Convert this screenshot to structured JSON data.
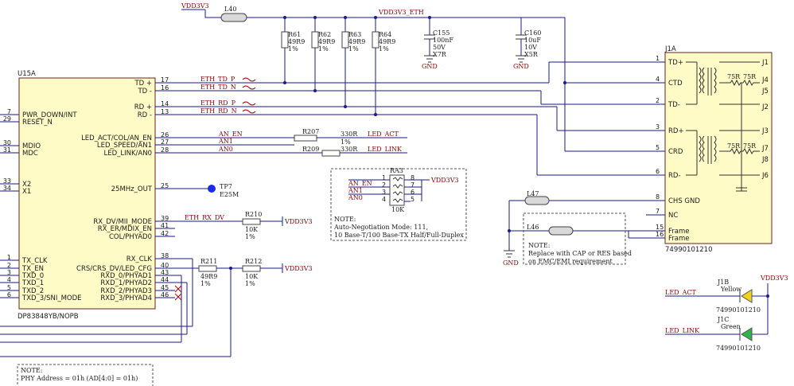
{
  "nets": {
    "vdd3v3": "VDD3V3",
    "vdd3v3_eth": "VDD3V3_ETH",
    "gnd": "GND",
    "eth_td_p": "ETH_TD_P",
    "eth_td_n": "ETH_TD_N",
    "eth_rd_p": "ETH_RD_P",
    "eth_rd_n": "ETH_RD_N",
    "an_en": "AN_EN",
    "an1": "AN1",
    "an0": "AN0",
    "led_act": "LED_ACT",
    "led_link": "LED_LINK",
    "eth_rx_dv": "ETH_RX_DV"
  },
  "u15a": {
    "ref": "U15A",
    "part": "DP83848YB/NOPB",
    "left_pins": [
      {
        "num": "7",
        "name": "PWR_DOWN/INT"
      },
      {
        "num": "29",
        "name": "RESET_N"
      },
      {
        "num": "30",
        "name": "MDIO"
      },
      {
        "num": "31",
        "name": "MDC"
      },
      {
        "num": "33",
        "name": "X2"
      },
      {
        "num": "34",
        "name": "X1"
      },
      {
        "num": "1",
        "name": "TX_CLK"
      },
      {
        "num": "2",
        "name": "TX_EN"
      },
      {
        "num": "3",
        "name": "TXD_0"
      },
      {
        "num": "4",
        "name": "TXD_1"
      },
      {
        "num": "5",
        "name": "TXD_2"
      },
      {
        "num": "6",
        "name": "TXD_3/SNI_MODE"
      }
    ],
    "right_pins": [
      {
        "num": "17",
        "name": "TD +"
      },
      {
        "num": "16",
        "name": "TD -"
      },
      {
        "num": "14",
        "name": "RD +"
      },
      {
        "num": "13",
        "name": "RD -"
      },
      {
        "num": "26",
        "name": "LED_ACT/COL/AN_EN"
      },
      {
        "num": "27",
        "name": "LED_SPEED/AN1"
      },
      {
        "num": "28",
        "name": "LED_LINK/AN0"
      },
      {
        "num": "25",
        "name": "25MHz_OUT"
      },
      {
        "num": "39",
        "name": "RX_DV/MII_MODE"
      },
      {
        "num": "41",
        "name": "RX_ER/MDIX_EN"
      },
      {
        "num": "42",
        "name": "COL/PHYAD0"
      },
      {
        "num": "38",
        "name": "RX_CLK"
      },
      {
        "num": "40",
        "name": "CRS/CRS_DV/LED_CFG"
      },
      {
        "num": "43",
        "name": "RXD_0/PHYAD1"
      },
      {
        "num": "44",
        "name": "RXD_1/PHYAD2"
      },
      {
        "num": "45",
        "name": "RXD_2/PHYAD3"
      },
      {
        "num": "46",
        "name": "RXD_3/PHYAD4"
      }
    ]
  },
  "parts": {
    "l40": "L40",
    "r61": {
      "ref": "R61",
      "val": "49R9",
      "tol": "1%"
    },
    "r62": {
      "ref": "R62",
      "val": "49R9",
      "tol": "1%"
    },
    "r63": {
      "ref": "R63",
      "val": "49R9",
      "tol": "1%"
    },
    "r64": {
      "ref": "R64",
      "val": "49R9",
      "tol": "1%"
    },
    "c155": {
      "ref": "C155",
      "val": "100nF",
      "volt": "50V",
      "diel": "X7R"
    },
    "c160": {
      "ref": "C160",
      "val": "10uF",
      "volt": "10V",
      "diel": "X5R"
    },
    "r207": {
      "ref": "R207",
      "val": "330R",
      "tol": "1%"
    },
    "r209": {
      "ref": "R209",
      "val": "330R"
    },
    "r210": {
      "ref": "R210",
      "val": "10K",
      "tol": "1%"
    },
    "r211": {
      "ref": "R211",
      "val": "49R9",
      "tol": "1%"
    },
    "r212": {
      "ref": "R212",
      "val": "10K",
      "tol": "1%"
    },
    "tp7": {
      "ref": "TP7",
      "val": "E25M"
    },
    "ra3": {
      "ref": "RA3",
      "val": "10K"
    },
    "l47": "L47",
    "l46": "L46"
  },
  "ra3_pins": [
    "1",
    "2",
    "3",
    "4",
    "8",
    "7",
    "6",
    "5"
  ],
  "j1a": {
    "ref": "J1A",
    "part": "74990101210",
    "pins": [
      {
        "num": "1",
        "name": "TD+"
      },
      {
        "num": "4",
        "name": "CTD"
      },
      {
        "num": "2",
        "name": "TD-"
      },
      {
        "num": "3",
        "name": "RD+"
      },
      {
        "num": "5",
        "name": "CRD"
      },
      {
        "num": "6",
        "name": "RD-"
      },
      {
        "num": "8",
        "name": "CHS GND"
      },
      {
        "num": "7",
        "name": "NC"
      },
      {
        "num": "15",
        "name": "Frame"
      },
      {
        "num": "16",
        "name": "Frame"
      }
    ],
    "jpins": [
      "J1",
      "J4",
      "J5",
      "J2",
      "J3",
      "J7",
      "J8",
      "J6"
    ],
    "res": "75R"
  },
  "leds": {
    "j1b": {
      "ref": "J1B",
      "color": "Yellow",
      "part": "74990101210"
    },
    "j1c": {
      "ref": "J1C",
      "color": "Green",
      "part": "74990101210"
    }
  },
  "notes": {
    "autoneg_title": "NOTE:",
    "autoneg_1": "Auto-Negotiation Mode: 111,",
    "autoneg_2": "10 Base-T/100 Base-TX Half/Full-Duplex",
    "frame_title": "NOTE:",
    "frame_1": "Replace with CAP or RES based",
    "frame_2": "on EMC/EMI requirement",
    "phy_title": "NOTE:",
    "phy_1": "PHY Address = 01h (AD[4:0] = 01h)"
  },
  "colors": {
    "wire": "#1a1a8b",
    "ic_fill": "#fffbc6",
    "led_yellow": "#f2d21c",
    "led_green": "#2db34a",
    "net_label": "#8b0000"
  }
}
